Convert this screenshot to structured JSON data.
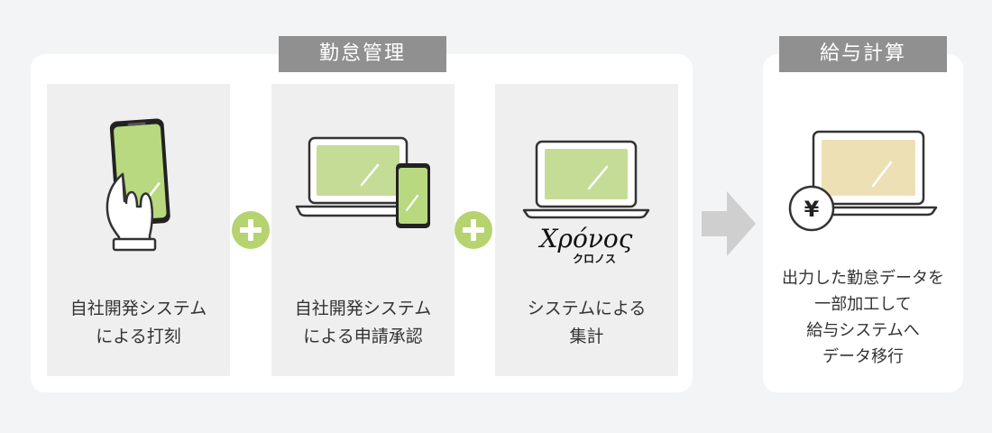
{
  "sections": {
    "attendance": {
      "label": "勤怠管理"
    },
    "payroll": {
      "label": "給与計算"
    }
  },
  "steps": [
    {
      "caption_lines": [
        "自社開発システム",
        "による打刻"
      ],
      "icon": "smartphone-hand-icon"
    },
    {
      "caption_lines": [
        "自社開発システム",
        "による申請承認"
      ],
      "icon": "laptop-smartphone-icon"
    },
    {
      "caption_lines": [
        "システムによる",
        "集計"
      ],
      "icon": "laptop-icon",
      "logo_lines": [
        "Χρόνος",
        "クロノス"
      ]
    }
  ],
  "payroll_step": {
    "caption_lines": [
      "出力した勤怠データを",
      "一部加工して",
      "給与システムへ",
      "データ移行"
    ],
    "icon": "laptop-yen-icon",
    "yen_symbol": "¥"
  },
  "connectors": {
    "plus_icon": "plus-circle-icon",
    "arrow_icon": "arrow-right-icon"
  },
  "colors": {
    "background": "#f3f4f6",
    "panel": "#ffffff",
    "card": "#efefef",
    "label_bg": "#909090",
    "screen_green": "#c5dc97",
    "screen_beige": "#ede0b4",
    "phone_green": "#b8d97f",
    "plus_green": "#b5d36f",
    "arrow_gray": "#cfcfcf",
    "outline": "#333333"
  }
}
